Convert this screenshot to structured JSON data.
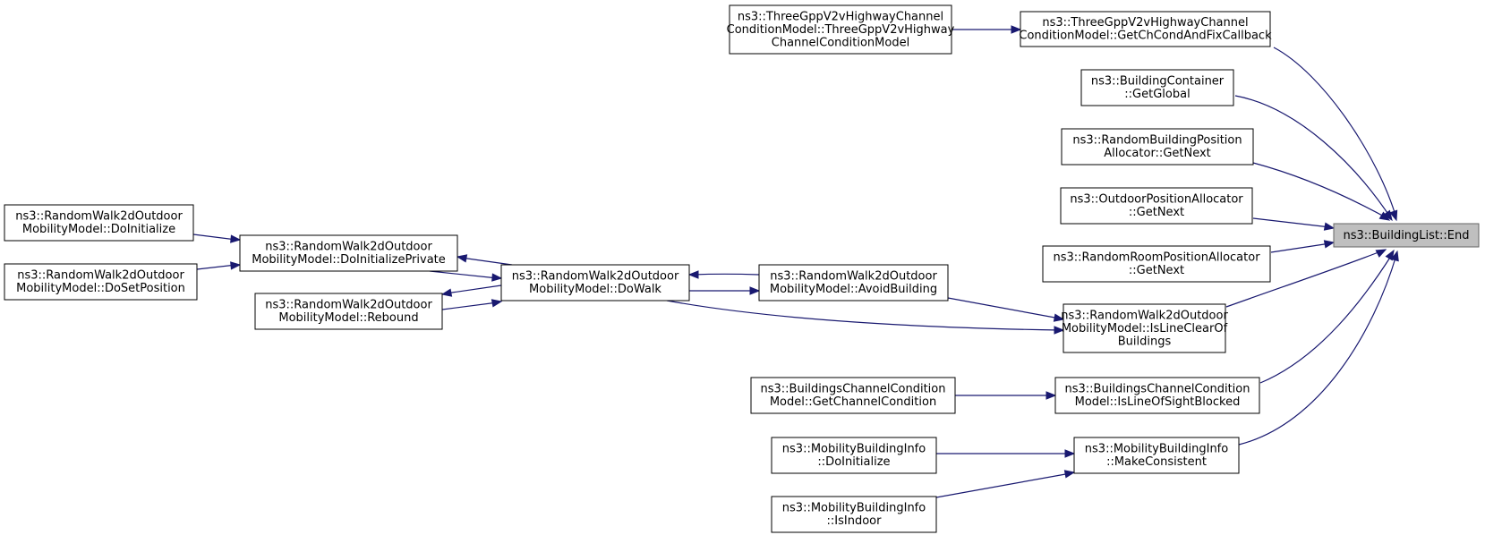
{
  "nodes": [
    {
      "id": "root",
      "lines": [
        "ns3::BuildingList::End"
      ]
    },
    {
      "id": "three_ctor",
      "lines": [
        "ns3::ThreeGppV2vHighwayChannel",
        "ConditionModel::ThreeGppV2vHighway",
        "ChannelConditionModel"
      ]
    },
    {
      "id": "three_getch",
      "lines": [
        "ns3::ThreeGppV2vHighwayChannel",
        "ConditionModel::GetChCondAndFixCallback"
      ]
    },
    {
      "id": "bc_getglobal",
      "lines": [
        "ns3::BuildingContainer",
        "::GetGlobal"
      ]
    },
    {
      "id": "rbpa_getnext",
      "lines": [
        "ns3::RandomBuildingPosition",
        "Allocator::GetNext"
      ]
    },
    {
      "id": "opa_getnext",
      "lines": [
        "ns3::OutdoorPositionAllocator",
        "::GetNext"
      ]
    },
    {
      "id": "rrpa_getnext",
      "lines": [
        "ns3::RandomRoomPositionAllocator",
        "::GetNext"
      ]
    },
    {
      "id": "rw_doinit",
      "lines": [
        "ns3::RandomWalk2dOutdoor",
        "MobilityModel::DoInitialize"
      ]
    },
    {
      "id": "rw_dosetpos",
      "lines": [
        "ns3::RandomWalk2dOutdoor",
        "MobilityModel::DoSetPosition"
      ]
    },
    {
      "id": "rw_doinitpriv",
      "lines": [
        "ns3::RandomWalk2dOutdoor",
        "MobilityModel::DoInitializePrivate"
      ]
    },
    {
      "id": "rw_rebound",
      "lines": [
        "ns3::RandomWalk2dOutdoor",
        "MobilityModel::Rebound"
      ]
    },
    {
      "id": "rw_dowalk",
      "lines": [
        "ns3::RandomWalk2dOutdoor",
        "MobilityModel::DoWalk"
      ]
    },
    {
      "id": "rw_avoid",
      "lines": [
        "ns3::RandomWalk2dOutdoor",
        "MobilityModel::AvoidBuilding"
      ]
    },
    {
      "id": "rw_islineclear",
      "lines": [
        "ns3::RandomWalk2dOutdoor",
        "MobilityModel::IsLineClearOf",
        "Buildings"
      ]
    },
    {
      "id": "bcc_getchcond",
      "lines": [
        "ns3::BuildingsChannelCondition",
        "Model::GetChannelCondition"
      ]
    },
    {
      "id": "bcc_islos",
      "lines": [
        "ns3::BuildingsChannelCondition",
        "Model::IsLineOfSightBlocked"
      ]
    },
    {
      "id": "mbi_doinit",
      "lines": [
        "ns3::MobilityBuildingInfo",
        "::DoInitialize"
      ]
    },
    {
      "id": "mbi_isindoor",
      "lines": [
        "ns3::MobilityBuildingInfo",
        "::IsIndoor"
      ]
    },
    {
      "id": "mbi_makecons",
      "lines": [
        "ns3::MobilityBuildingInfo",
        "::MakeConsistent"
      ]
    }
  ],
  "edges": [
    {
      "from": "three_getch",
      "to": "root"
    },
    {
      "from": "bc_getglobal",
      "to": "root"
    },
    {
      "from": "rbpa_getnext",
      "to": "root"
    },
    {
      "from": "opa_getnext",
      "to": "root"
    },
    {
      "from": "rrpa_getnext",
      "to": "root"
    },
    {
      "from": "rw_islineclear",
      "to": "root"
    },
    {
      "from": "bcc_islos",
      "to": "root"
    },
    {
      "from": "mbi_makecons",
      "to": "root"
    },
    {
      "from": "three_ctor",
      "to": "three_getch"
    },
    {
      "from": "rw_avoid",
      "to": "rw_islineclear"
    },
    {
      "from": "rw_dowalk",
      "to": "rw_islineclear"
    },
    {
      "from": "rw_dowalk",
      "to": "rw_avoid"
    },
    {
      "from": "rw_avoid",
      "to": "rw_dowalk"
    },
    {
      "from": "rw_doinitpriv",
      "to": "rw_dowalk"
    },
    {
      "from": "rw_dowalk",
      "to": "rw_doinitpriv"
    },
    {
      "from": "rw_rebound",
      "to": "rw_dowalk"
    },
    {
      "from": "rw_dowalk",
      "to": "rw_rebound"
    },
    {
      "from": "rw_doinit",
      "to": "rw_doinitpriv"
    },
    {
      "from": "rw_dosetpos",
      "to": "rw_doinitpriv"
    },
    {
      "from": "bcc_getchcond",
      "to": "bcc_islos"
    },
    {
      "from": "mbi_doinit",
      "to": "mbi_makecons"
    },
    {
      "from": "mbi_isindoor",
      "to": "mbi_makecons"
    }
  ],
  "colors": {
    "edge": "#191970",
    "root_fill": "#bfbfbf",
    "root_stroke": "#666666",
    "node_fill": "#ffffff",
    "node_stroke": "#000000"
  }
}
